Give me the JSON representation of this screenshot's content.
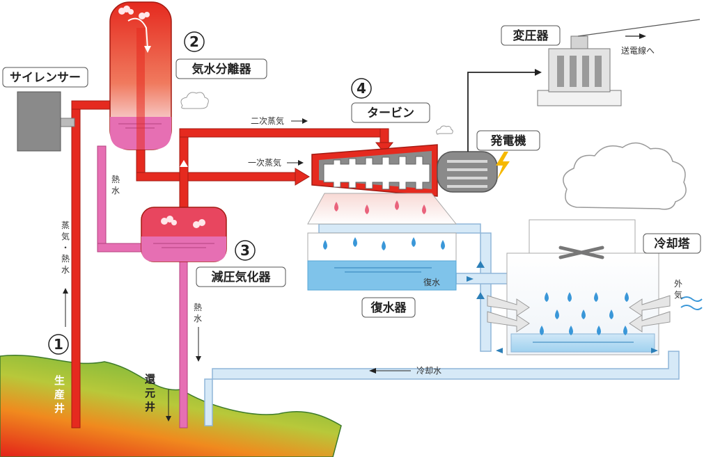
{
  "labels": {
    "silencer": "サイレンサー",
    "separator_num": "2",
    "separator": "気水分離器",
    "turbine_num": "4",
    "turbine": "タービン",
    "flash_num": "3",
    "flash": "減圧気化器",
    "production_num": "1",
    "production_well": [
      "生",
      "産",
      "井"
    ],
    "reinjection_well": [
      "還",
      "元",
      "井"
    ],
    "transformer": "変圧器",
    "to_grid": "送電線へ",
    "generator": "発電機",
    "condenser": "復水器",
    "cooling_tower": "冷却塔",
    "secondary_steam": "二次蒸気",
    "primary_steam": "一次蒸気",
    "hot_water_1": [
      "熱",
      "水"
    ],
    "hot_water_2": [
      "熱",
      "水"
    ],
    "steam_hot_water": [
      "蒸",
      "気",
      "・",
      "熱",
      "水"
    ],
    "condensate": "復水",
    "cooling_water": "冷却水",
    "outside_air": [
      "外",
      "気"
    ]
  },
  "colors": {
    "steam": "#e52a1f",
    "hot_water": "#e66fb3",
    "cooling_water": "#bcd9ef",
    "ground": "#6ab43c"
  }
}
